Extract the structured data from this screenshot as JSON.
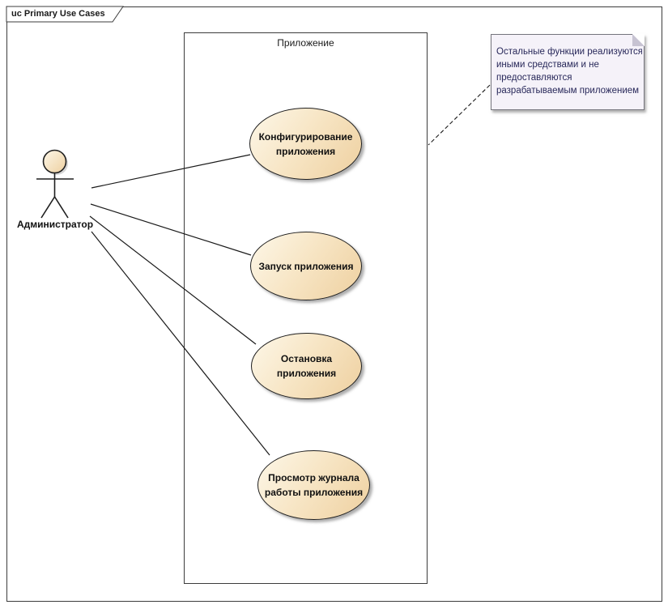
{
  "diagram": {
    "frame": {
      "title": "uc Primary Use Cases"
    },
    "system_boundary": {
      "title": "Приложение"
    },
    "actor": {
      "name": "Администратор",
      "icon": "stick-figure-actor-icon"
    },
    "use_cases": [
      {
        "line1": "Конфигурирование",
        "line2": "приложения"
      },
      {
        "line1": "Запуск приложения",
        "line2": ""
      },
      {
        "line1": "Остановка",
        "line2": "приложения"
      },
      {
        "line1": "Просмотр журнала",
        "line2": "работы приложения"
      }
    ],
    "note": {
      "lines": [
        "Остальные функции реализуются",
        "иными средствами и не",
        "предоставляются",
        "разрабатываемым приложением"
      ]
    },
    "connections": [
      {
        "from": "Администратор",
        "to": "Конфигурирование приложения",
        "style": "solid"
      },
      {
        "from": "Администратор",
        "to": "Запуск приложения",
        "style": "solid"
      },
      {
        "from": "Администратор",
        "to": "Остановка приложения",
        "style": "solid"
      },
      {
        "from": "Администратор",
        "to": "Просмотр журнала работы приложения",
        "style": "solid"
      },
      {
        "from": "Остальные функции реализуются иными средствами и не предоставляются разрабатываемым приложением",
        "to": "Приложение",
        "style": "dashed"
      }
    ],
    "colors": {
      "canvas_background": "#FFFFFF",
      "shape_fill_light": "#FDF7E8",
      "shape_fill_dark": "#EED0A0",
      "shape_border": "#1F1F1F",
      "frame_border": "#3C3C3C",
      "note_background": "#F5F2F9",
      "note_border": "#75757D",
      "note_text": "#28285A",
      "line": "#1A1A1A"
    }
  }
}
